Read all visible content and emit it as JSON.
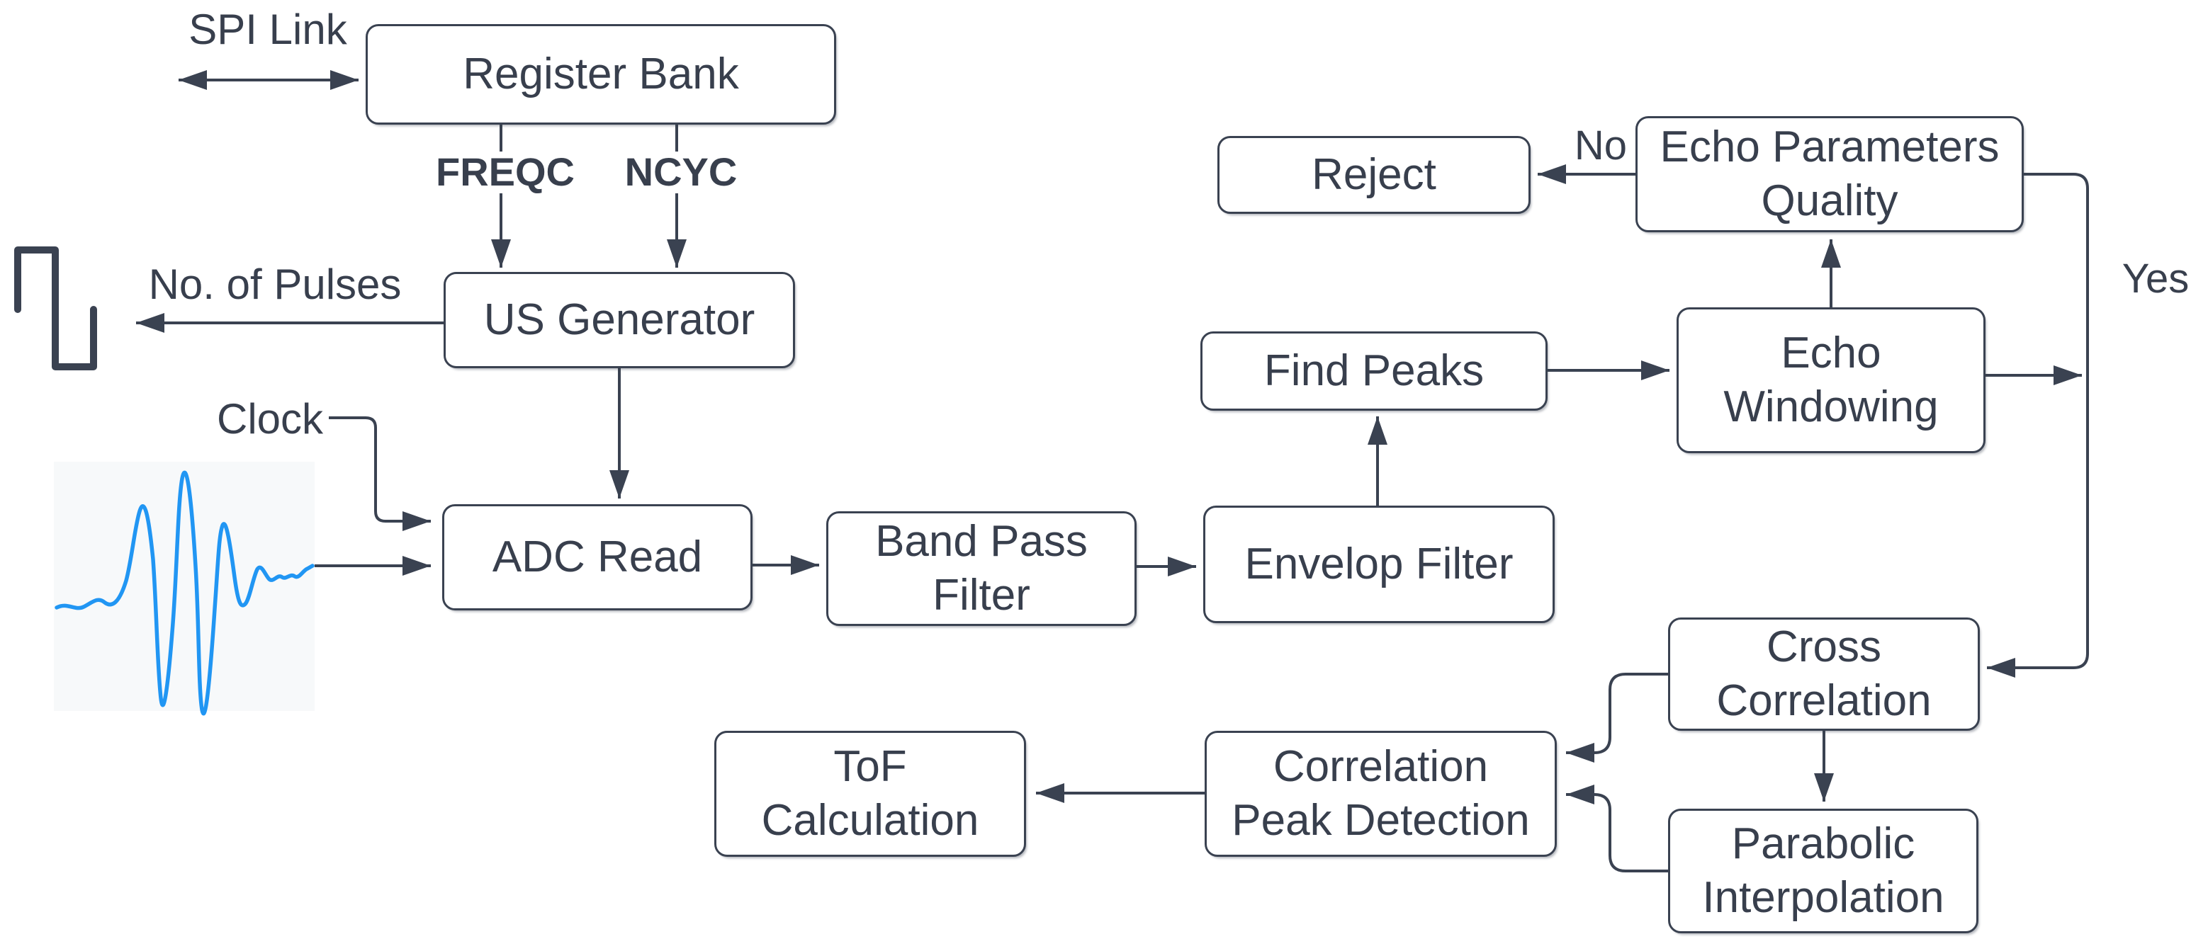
{
  "colors": {
    "stroke": "#3a4251",
    "text": "#383f4d",
    "node_fill": "#ffffff",
    "waveform_blue": "#2196f3",
    "waveform_bg": "#f7f9fa"
  },
  "nodes": {
    "register_bank": {
      "lines": [
        "Register Bank"
      ]
    },
    "us_generator": {
      "lines": [
        "US Generator"
      ]
    },
    "adc_read": {
      "lines": [
        "ADC Read"
      ]
    },
    "band_pass_filter": {
      "lines": [
        "Band Pass",
        "Filter"
      ]
    },
    "envelop_filter": {
      "lines": [
        "Envelop Filter"
      ]
    },
    "find_peaks": {
      "lines": [
        "Find Peaks"
      ]
    },
    "echo_windowing": {
      "lines": [
        "Echo",
        "Windowing"
      ]
    },
    "echo_parameters_quality": {
      "lines": [
        "Echo Parameters",
        "Quality"
      ]
    },
    "reject": {
      "lines": [
        "Reject"
      ]
    },
    "cross_correlation": {
      "lines": [
        "Cross",
        "Correlation"
      ]
    },
    "parabolic_interpolation": {
      "lines": [
        "Parabolic",
        "Interpolation"
      ]
    },
    "correlation_peak_detection": {
      "lines": [
        "Correlation",
        "Peak Detection"
      ]
    },
    "tof_calculation": {
      "lines": [
        "ToF",
        "Calculation"
      ]
    }
  },
  "labels": {
    "spi_link": "SPI Link",
    "freqc": "FREQC",
    "ncyc": "NCYC",
    "no_of_pulses": "No. of Pulses",
    "clock": "Clock",
    "no": "No",
    "yes": "Yes"
  },
  "icons": {
    "pulse": "square-pulse-icon",
    "waveform": "echo-signal-waveform"
  },
  "edges": [
    {
      "from": "SPI Link",
      "to": "Register Bank",
      "type": "bidirectional"
    },
    {
      "from": "Register Bank",
      "to": "US Generator",
      "label": "FREQC"
    },
    {
      "from": "Register Bank",
      "to": "US Generator",
      "label": "NCYC"
    },
    {
      "from": "US Generator",
      "to": "pulse-output",
      "label": "No. of Pulses"
    },
    {
      "from": "US Generator",
      "to": "ADC Read"
    },
    {
      "from": "Clock",
      "to": "ADC Read"
    },
    {
      "from": "echo-signal-waveform",
      "to": "ADC Read"
    },
    {
      "from": "ADC Read",
      "to": "Band Pass Filter"
    },
    {
      "from": "Band Pass Filter",
      "to": "Envelop Filter"
    },
    {
      "from": "Envelop Filter",
      "to": "Find Peaks"
    },
    {
      "from": "Find Peaks",
      "to": "Echo Windowing"
    },
    {
      "from": "Echo Windowing",
      "to": "Echo Parameters Quality"
    },
    {
      "from": "Echo Parameters Quality",
      "to": "Reject",
      "label": "No"
    },
    {
      "from": "Echo Parameters Quality",
      "to": "Cross Correlation",
      "label": "Yes"
    },
    {
      "from": "Echo Windowing",
      "to": "Cross Correlation"
    },
    {
      "from": "Cross Correlation",
      "to": "Parabolic Interpolation"
    },
    {
      "from": "Cross Correlation",
      "to": "Correlation Peak Detection"
    },
    {
      "from": "Parabolic Interpolation",
      "to": "Correlation Peak Detection"
    },
    {
      "from": "Correlation Peak Detection",
      "to": "ToF Calculation"
    }
  ]
}
